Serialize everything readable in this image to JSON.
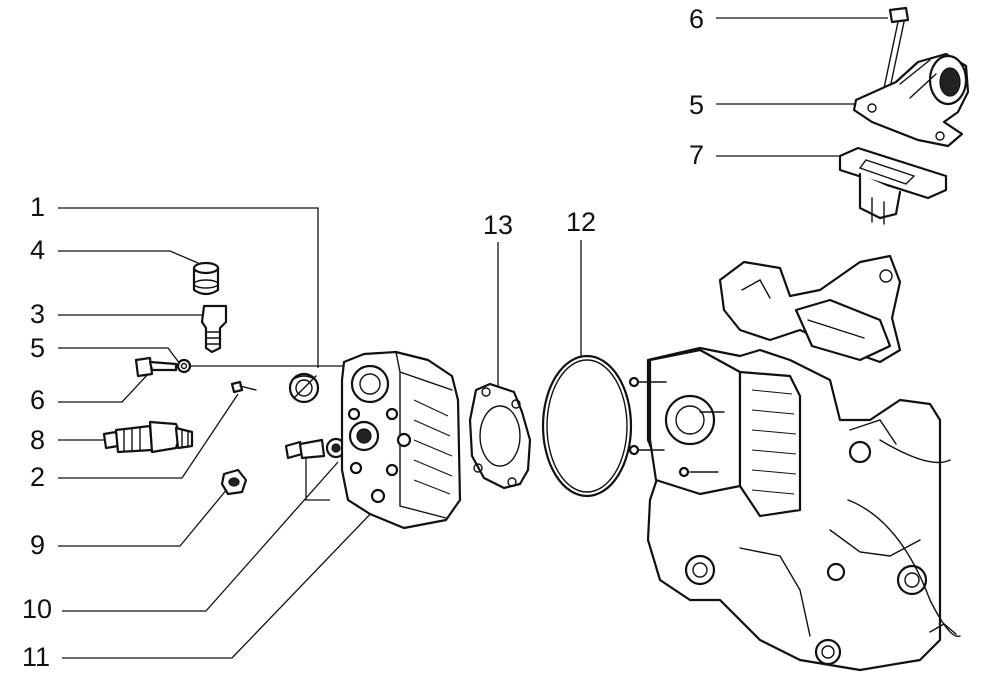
{
  "callouts": [
    {
      "id": "c1",
      "label": "1"
    },
    {
      "id": "c4",
      "label": "4"
    },
    {
      "id": "c3",
      "label": "3"
    },
    {
      "id": "c5a",
      "label": "5"
    },
    {
      "id": "c6a",
      "label": "6"
    },
    {
      "id": "c8",
      "label": "8"
    },
    {
      "id": "c2",
      "label": "2"
    },
    {
      "id": "c9",
      "label": "9"
    },
    {
      "id": "c10",
      "label": "10"
    },
    {
      "id": "c11",
      "label": "11"
    },
    {
      "id": "c13",
      "label": "13"
    },
    {
      "id": "c12",
      "label": "12"
    },
    {
      "id": "c6b",
      "label": "6"
    },
    {
      "id": "c5b",
      "label": "5"
    },
    {
      "id": "c7",
      "label": "7"
    }
  ]
}
